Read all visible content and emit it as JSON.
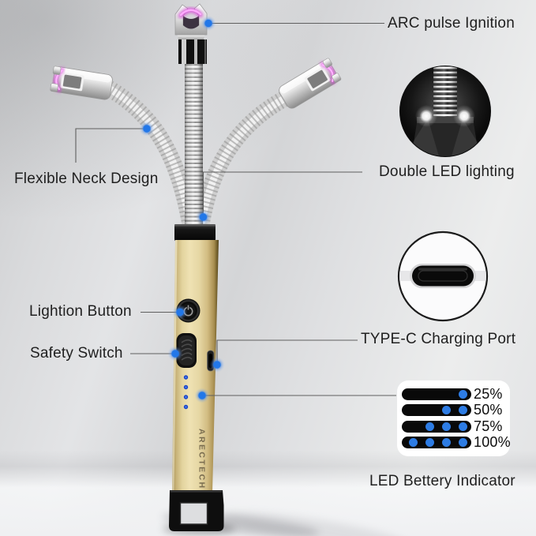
{
  "product": {
    "brand": "ARECTECH",
    "type": "electric arc lighter with flexible neck"
  },
  "annotations": {
    "arc": "ARC pulse Ignition",
    "flexible_neck": "Flexible Neck Design",
    "double_led": "Double LED lighting",
    "lightion_button": "Lightion Button",
    "safety_switch": "Safety Switch",
    "type_c": "TYPE-C Charging Port",
    "battery_label": "LED Bettery Indicator"
  },
  "battery": {
    "rows": [
      {
        "label": "25%",
        "dots": 1
      },
      {
        "label": "50%",
        "dots": 2
      },
      {
        "label": "75%",
        "dots": 3
      },
      {
        "label": "100%",
        "dots": 4
      }
    ]
  },
  "icons": {
    "power": "⏻",
    "marker": "blue-dot"
  },
  "colors": {
    "accent_blue": "#2d7ce4",
    "arc_magenta": "#df4fdf",
    "body_gold": "#e6d7a4",
    "pill_black": "#090909",
    "label_text": "#202020"
  }
}
